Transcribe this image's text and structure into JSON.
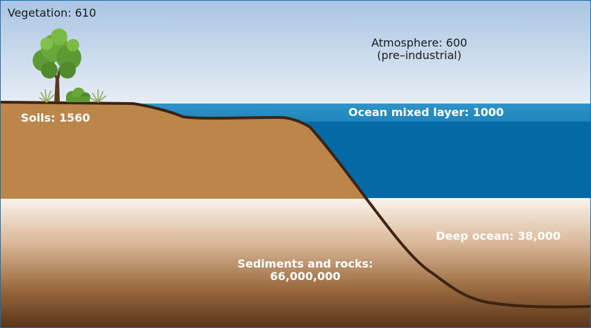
{
  "labels": {
    "vegetation": "Vegetation: 610",
    "atmosphere_line1": "Atmosphere: 600",
    "atmosphere_line2": "(pre–industrial)",
    "soils": "Soils: 1560",
    "ocean_mixed_layer": "Ocean mixed layer: 1000",
    "deep_ocean": "Deep ocean: 38,000",
    "sediments_line1": "Sediments and rocks:",
    "sediments_line2": "66,000,000"
  },
  "colors": {
    "sky_top": "#aac5e3",
    "sky_bottom": "#e7eef5",
    "ocean_surface": "#2b8fc3",
    "deep_ocean": "#0569a6",
    "soil": "#bc864a",
    "sediment_top": "#fbf4ec",
    "sediment_bottom": "#5a3516",
    "ground_line": "#3d2312",
    "tree_foliage": "#6aa83a",
    "tree_trunk": "#5a3a1f"
  }
}
